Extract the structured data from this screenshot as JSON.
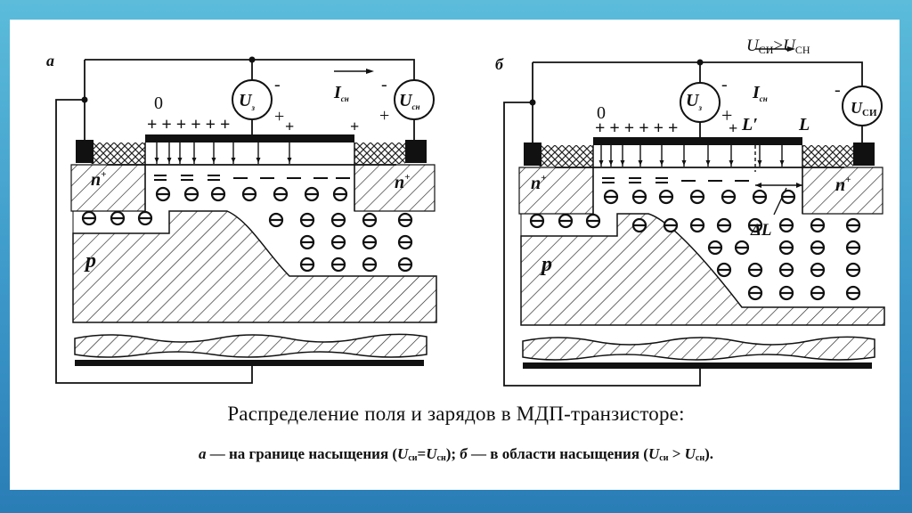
{
  "slide": {
    "frame_color_top": "#5cbcda",
    "frame_color_bottom": "#2a7db6"
  },
  "diagram_a": {
    "label": "а",
    "zero": "0",
    "gate_plus": "+ + + + + +",
    "gate_voltage": {
      "main": "U",
      "sub": "з"
    },
    "drain_voltage": {
      "main": "U",
      "sub": "сн"
    },
    "current": {
      "main": "I",
      "sub": "сн"
    },
    "minus": "-",
    "plus": "+",
    "n_plus": {
      "main": "n",
      "sup": "+"
    },
    "p": "p"
  },
  "diagram_b": {
    "label": "б",
    "condition": {
      "u1": "U",
      "s1": "СИ",
      "op": ">",
      "u2": "U",
      "s2": "СН"
    },
    "zero": "0",
    "gate_plus": "+ + + + + +",
    "gate_voltage": {
      "main": "U",
      "sub": "з"
    },
    "drain_voltage": {
      "main": "U",
      "sub": "СИ"
    },
    "current": {
      "main": "I",
      "sub": "сн"
    },
    "minus": "-",
    "plus": "+",
    "l_prime": "L′",
    "l": "L",
    "delta_l": "ΔL",
    "n_plus": {
      "main": "n",
      "sup": "+"
    },
    "p": "p"
  },
  "caption": {
    "title": "Распределение поля и зарядов в МДП-транзисторе:",
    "a_letter": "а",
    "a_text": " — на границе насыщения (",
    "u": "U",
    "si": "си",
    "sn": "сн",
    "eq": "=",
    "mid": "); ",
    "b_letter": "б",
    "b_text": " — в области насыщения (",
    "gt": " > ",
    "end": ")."
  }
}
